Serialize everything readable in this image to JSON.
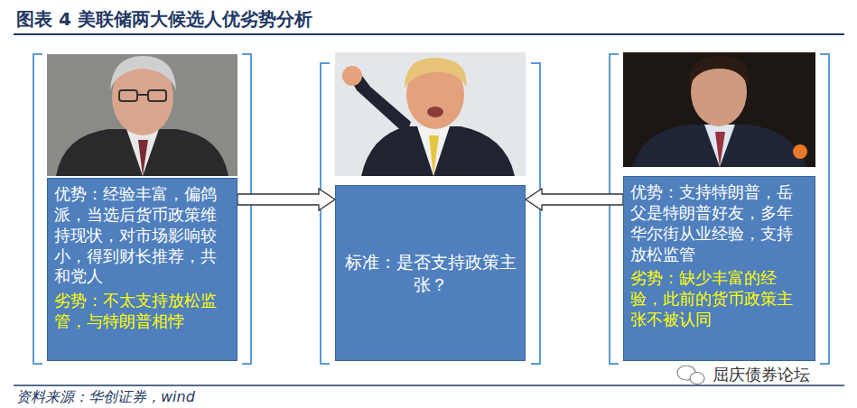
{
  "diagram": {
    "title": "图表 4 美联储两大候选人优劣势分析",
    "caption": "资料来源：华创证券，wind",
    "nodes": [
      {
        "text": [
          "优势：经验丰富，偏鸽派，当选后货币政策维持现状，对市场影响较小，得到财长推荐，共和党人",
          "劣势：不太支持放松监管，与特朗普相悖"
        ]
      },
      {
        "text": [
          "标准：是否支持政策主张？"
        ]
      },
      {
        "text": [
          "优势：支持特朗普，岳父是特朗普好友，多年华尔街从业经验，支持放松监管",
          "劣势：缺少丰富的经验，此前的货币政策主张不被认同"
        ]
      }
    ],
    "edges": [
      {
        "from": 0,
        "to": 1,
        "arrow": "to"
      },
      {
        "from": 2,
        "to": 1,
        "arrow": "to"
      }
    ],
    "labels": [
      "屈庆债券论坛"
    ]
  }
}
